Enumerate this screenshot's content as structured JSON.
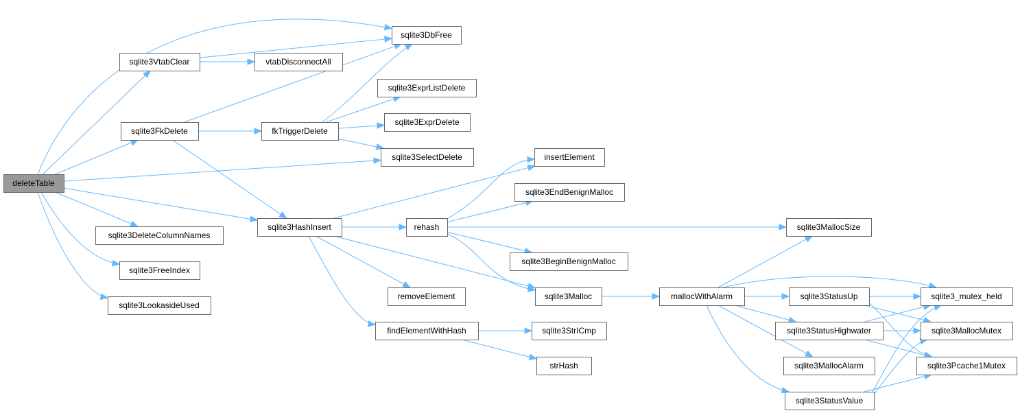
{
  "nodes": [
    {
      "id": "deleteTable",
      "label": "deleteTable",
      "root": true
    },
    {
      "id": "sqlite3DbFree",
      "label": "sqlite3DbFree"
    },
    {
      "id": "sqlite3VtabClear",
      "label": "sqlite3VtabClear"
    },
    {
      "id": "vtabDisconnectAll",
      "label": "vtabDisconnectAll"
    },
    {
      "id": "sqlite3ExprListDelete",
      "label": "sqlite3ExprListDelete"
    },
    {
      "id": "sqlite3FkDelete",
      "label": "sqlite3FkDelete"
    },
    {
      "id": "fkTriggerDelete",
      "label": "fkTriggerDelete"
    },
    {
      "id": "sqlite3ExprDelete",
      "label": "sqlite3ExprDelete"
    },
    {
      "id": "sqlite3SelectDelete",
      "label": "sqlite3SelectDelete"
    },
    {
      "id": "insertElement",
      "label": "insertElement"
    },
    {
      "id": "sqlite3EndBenignMalloc",
      "label": "sqlite3EndBenignMalloc"
    },
    {
      "id": "sqlite3HashInsert",
      "label": "sqlite3HashInsert"
    },
    {
      "id": "rehash",
      "label": "rehash"
    },
    {
      "id": "sqlite3MallocSize",
      "label": "sqlite3MallocSize"
    },
    {
      "id": "sqlite3DeleteColumnNames",
      "label": "sqlite3DeleteColumnNames"
    },
    {
      "id": "sqlite3BeginBenignMalloc",
      "label": "sqlite3BeginBenignMalloc"
    },
    {
      "id": "sqlite3FreeIndex",
      "label": "sqlite3FreeIndex"
    },
    {
      "id": "removeElement",
      "label": "removeElement"
    },
    {
      "id": "sqlite3Malloc",
      "label": "sqlite3Malloc"
    },
    {
      "id": "mallocWithAlarm",
      "label": "mallocWithAlarm"
    },
    {
      "id": "sqlite3StatusUp",
      "label": "sqlite3StatusUp"
    },
    {
      "id": "sqlite3_mutex_held",
      "label": "sqlite3_mutex_held"
    },
    {
      "id": "sqlite3LookasideUsed",
      "label": "sqlite3LookasideUsed"
    },
    {
      "id": "findElementWithHash",
      "label": "findElementWithHash"
    },
    {
      "id": "sqlite3StrICmp",
      "label": "sqlite3StrICmp"
    },
    {
      "id": "sqlite3StatusHighwater",
      "label": "sqlite3StatusHighwater"
    },
    {
      "id": "sqlite3MallocMutex",
      "label": "sqlite3MallocMutex"
    },
    {
      "id": "strHash",
      "label": "strHash"
    },
    {
      "id": "sqlite3MallocAlarm",
      "label": "sqlite3MallocAlarm"
    },
    {
      "id": "sqlite3Pcache1Mutex",
      "label": "sqlite3Pcache1Mutex"
    },
    {
      "id": "sqlite3StatusValue",
      "label": "sqlite3StatusValue"
    }
  ],
  "edges": [
    [
      "deleteTable",
      "sqlite3DbFree"
    ],
    [
      "deleteTable",
      "sqlite3VtabClear"
    ],
    [
      "deleteTable",
      "sqlite3FkDelete"
    ],
    [
      "deleteTable",
      "sqlite3SelectDelete"
    ],
    [
      "deleteTable",
      "sqlite3HashInsert"
    ],
    [
      "deleteTable",
      "sqlite3DeleteColumnNames"
    ],
    [
      "deleteTable",
      "sqlite3FreeIndex"
    ],
    [
      "deleteTable",
      "sqlite3LookasideUsed"
    ],
    [
      "sqlite3VtabClear",
      "sqlite3DbFree"
    ],
    [
      "sqlite3VtabClear",
      "vtabDisconnectAll"
    ],
    [
      "sqlite3FkDelete",
      "sqlite3DbFree"
    ],
    [
      "sqlite3FkDelete",
      "fkTriggerDelete"
    ],
    [
      "sqlite3FkDelete",
      "sqlite3HashInsert"
    ],
    [
      "fkTriggerDelete",
      "sqlite3DbFree"
    ],
    [
      "fkTriggerDelete",
      "sqlite3ExprListDelete"
    ],
    [
      "fkTriggerDelete",
      "sqlite3ExprDelete"
    ],
    [
      "fkTriggerDelete",
      "sqlite3SelectDelete"
    ],
    [
      "sqlite3HashInsert",
      "insertElement"
    ],
    [
      "sqlite3HashInsert",
      "rehash"
    ],
    [
      "sqlite3HashInsert",
      "removeElement"
    ],
    [
      "sqlite3HashInsert",
      "sqlite3Malloc"
    ],
    [
      "sqlite3HashInsert",
      "findElementWithHash"
    ],
    [
      "rehash",
      "insertElement"
    ],
    [
      "rehash",
      "sqlite3EndBenignMalloc"
    ],
    [
      "rehash",
      "sqlite3MallocSize"
    ],
    [
      "rehash",
      "sqlite3BeginBenignMalloc"
    ],
    [
      "rehash",
      "sqlite3Malloc"
    ],
    [
      "sqlite3Malloc",
      "mallocWithAlarm"
    ],
    [
      "findElementWithHash",
      "sqlite3StrICmp"
    ],
    [
      "findElementWithHash",
      "strHash"
    ],
    [
      "mallocWithAlarm",
      "sqlite3MallocSize"
    ],
    [
      "mallocWithAlarm",
      "sqlite3_mutex_held"
    ],
    [
      "mallocWithAlarm",
      "sqlite3StatusUp"
    ],
    [
      "mallocWithAlarm",
      "sqlite3StatusHighwater"
    ],
    [
      "mallocWithAlarm",
      "sqlite3MallocAlarm"
    ],
    [
      "mallocWithAlarm",
      "sqlite3StatusValue"
    ],
    [
      "sqlite3StatusUp",
      "sqlite3_mutex_held"
    ],
    [
      "sqlite3StatusUp",
      "sqlite3MallocMutex"
    ],
    [
      "sqlite3StatusUp",
      "sqlite3Pcache1Mutex"
    ],
    [
      "sqlite3StatusHighwater",
      "sqlite3_mutex_held"
    ],
    [
      "sqlite3StatusHighwater",
      "sqlite3MallocMutex"
    ],
    [
      "sqlite3StatusHighwater",
      "sqlite3Pcache1Mutex"
    ],
    [
      "sqlite3StatusValue",
      "sqlite3_mutex_held"
    ],
    [
      "sqlite3StatusValue",
      "sqlite3MallocMutex"
    ],
    [
      "sqlite3StatusValue",
      "sqlite3Pcache1Mutex"
    ]
  ],
  "colors": {
    "edge": "#63b8ff",
    "node_border": "#666666",
    "root_fill": "#999999"
  }
}
